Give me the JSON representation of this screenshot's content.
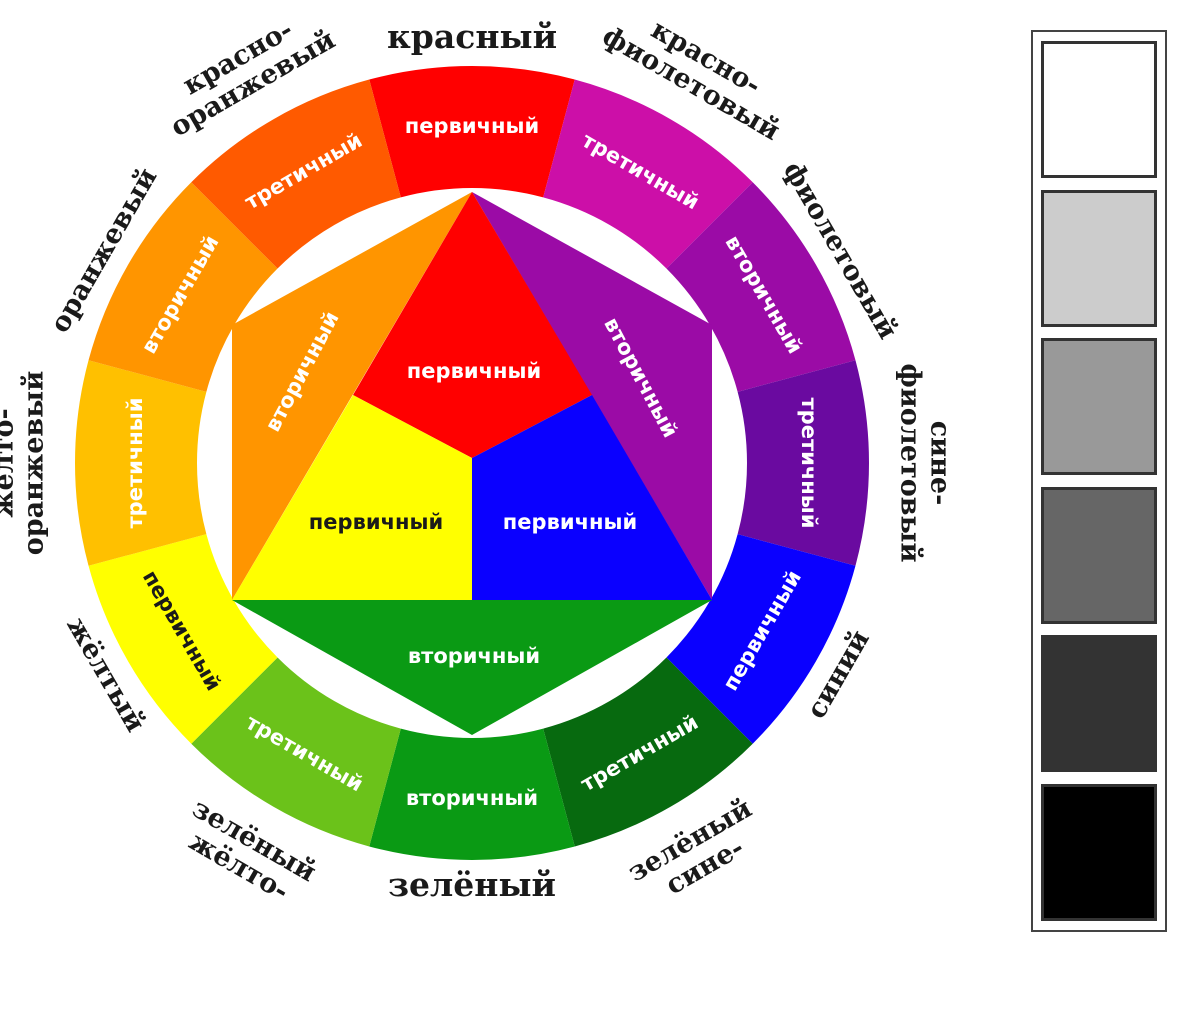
{
  "wheel": {
    "segments": [
      {
        "name": "красный",
        "name_lines": [
          "красный"
        ],
        "level": "первичный",
        "color": "#FF0000"
      },
      {
        "name": "красно-фиолетовый",
        "name_lines": [
          "красно-",
          "фиолетовый"
        ],
        "level": "третичный",
        "color": "#CC0FA8"
      },
      {
        "name": "фиолетовый",
        "name_lines": [
          "фиолетовый"
        ],
        "level": "вторичный",
        "color": "#9B0BA6"
      },
      {
        "name": "сине-фиолетовый",
        "name_lines": [
          "сине-",
          "фиолетовый"
        ],
        "level": "третичный",
        "color": "#6A0AA0"
      },
      {
        "name": "синий",
        "name_lines": [
          "синий"
        ],
        "level": "первичный",
        "color": "#0A00FF"
      },
      {
        "name": "сине-зелёный",
        "name_lines": [
          "сине-",
          "зелёный"
        ],
        "level": "третичный",
        "color": "#076A0F"
      },
      {
        "name": "зелёный",
        "name_lines": [
          "зелёный"
        ],
        "level": "вторичный",
        "color": "#0A9A14"
      },
      {
        "name": "жёлто-зелёный",
        "name_lines": [
          "жёлто-",
          "зелёный"
        ],
        "level": "третичный",
        "color": "#6BC21A"
      },
      {
        "name": "жёлтый",
        "name_lines": [
          "жёлтый"
        ],
        "level": "первичный",
        "color": "#FFFF00"
      },
      {
        "name": "жёлто-оранжевый",
        "name_lines": [
          "жёлто-",
          "оранжевый"
        ],
        "level": "третичный",
        "color": "#FFC000"
      },
      {
        "name": "оранжевый",
        "name_lines": [
          "оранжевый"
        ],
        "level": "вторичный",
        "color": "#FF9500"
      },
      {
        "name": "красно-оранжевый",
        "name_lines": [
          "красно-",
          "оранжевый"
        ],
        "level": "третичный",
        "color": "#FF5A00"
      }
    ]
  },
  "center": {
    "red": {
      "label": "первичный",
      "color": "#FF0000"
    },
    "yellow": {
      "label": "первичный",
      "color": "#FFFF00"
    },
    "blue": {
      "label": "первичный",
      "color": "#0A00FF"
    },
    "orange": {
      "label": "вторичный",
      "color": "#FF9500"
    },
    "violet": {
      "label": "вторичный",
      "color": "#9B0BA6"
    },
    "green": {
      "label": "вторичный",
      "color": "#0A9A14"
    }
  },
  "grey_scale": [
    "#FFFFFF",
    "#CCCCCC",
    "#999999",
    "#666666",
    "#333333",
    "#000000"
  ]
}
